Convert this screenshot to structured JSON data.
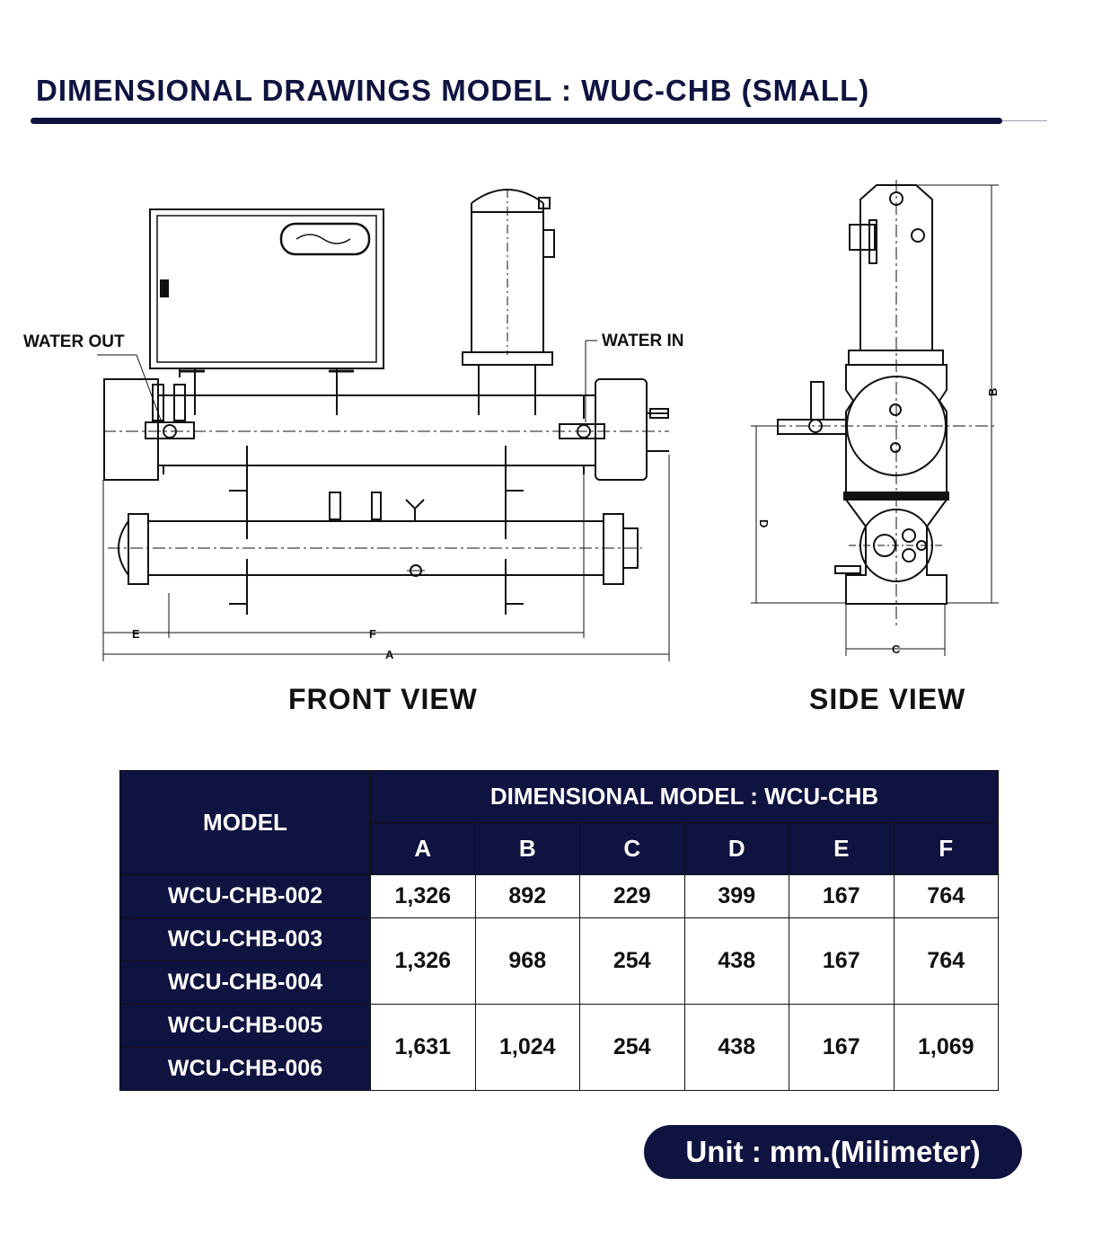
{
  "page": {
    "title": "DIMENSIONAL DRAWINGS MODEL : WUC-CHB (SMALL)",
    "accent_color": "#0f1340"
  },
  "drawing": {
    "water_out_label": "WATER OUT",
    "water_in_label": "WATER IN",
    "dim_a": "A",
    "dim_b": "B",
    "dim_c": "C",
    "dim_d": "D",
    "dim_e": "E",
    "dim_f": "F",
    "front_view_label": "FRONT VIEW",
    "side_view_label": "SIDE VIEW"
  },
  "table": {
    "model_header": "MODEL",
    "group_header": "DIMENSIONAL MODEL : WCU-CHB",
    "columns": [
      "A",
      "B",
      "C",
      "D",
      "E",
      "F"
    ],
    "models": [
      "WCU-CHB-002",
      "WCU-CHB-003",
      "WCU-CHB-004",
      "WCU-CHB-005",
      "WCU-CHB-006"
    ],
    "groups": [
      [
        "1,326",
        "892",
        "229",
        "399",
        "167",
        "764"
      ],
      [
        "1,326",
        "968",
        "254",
        "438",
        "167",
        "764"
      ],
      [
        "1,631",
        "1,024",
        "254",
        "438",
        "167",
        "1,069"
      ]
    ]
  },
  "unit": {
    "label": "Unit : mm.(Milimeter)"
  }
}
